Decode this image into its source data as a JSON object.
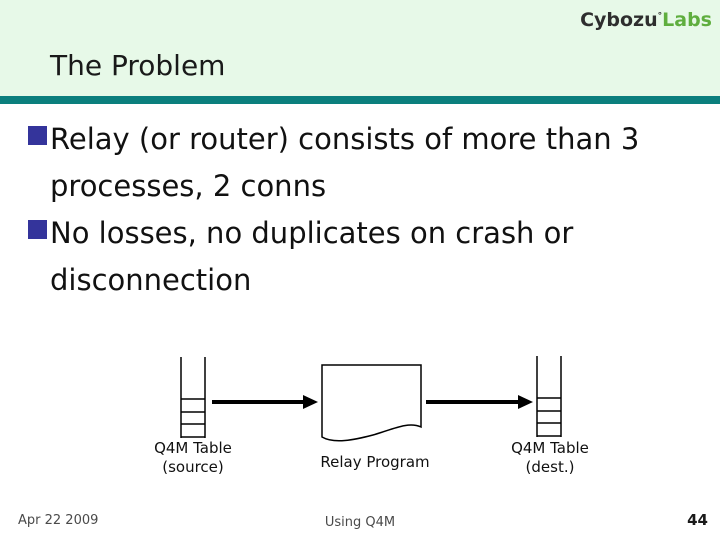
{
  "logo": {
    "brand": "Cybozu",
    "registered_mark": "°",
    "suffix": "Labs"
  },
  "title": "The Problem",
  "bullets": [
    {
      "lines": [
        "Relay (or router) consists of more than 3",
        "processes, 2 conns"
      ]
    },
    {
      "lines": [
        "No losses, no duplicates on crash or",
        "disconnection"
      ]
    }
  ],
  "diagram": {
    "source": {
      "line1": "Q4M Table",
      "line2": "(source)"
    },
    "program": {
      "label": "Relay Program"
    },
    "dest": {
      "line1": "Q4M Table",
      "line2": "(dest.)"
    }
  },
  "footer": {
    "date": "Apr 22 2009",
    "deck_title": "Using Q4M",
    "page_number": "44"
  },
  "colors": {
    "header_bg": "#e7f9e8",
    "divider_teal": "#0b7f7d",
    "bullet_square": "#34349b",
    "logo_text": "#2e2e2e",
    "logo_accent_green": "#5fae3e",
    "body_text": "#111111"
  }
}
